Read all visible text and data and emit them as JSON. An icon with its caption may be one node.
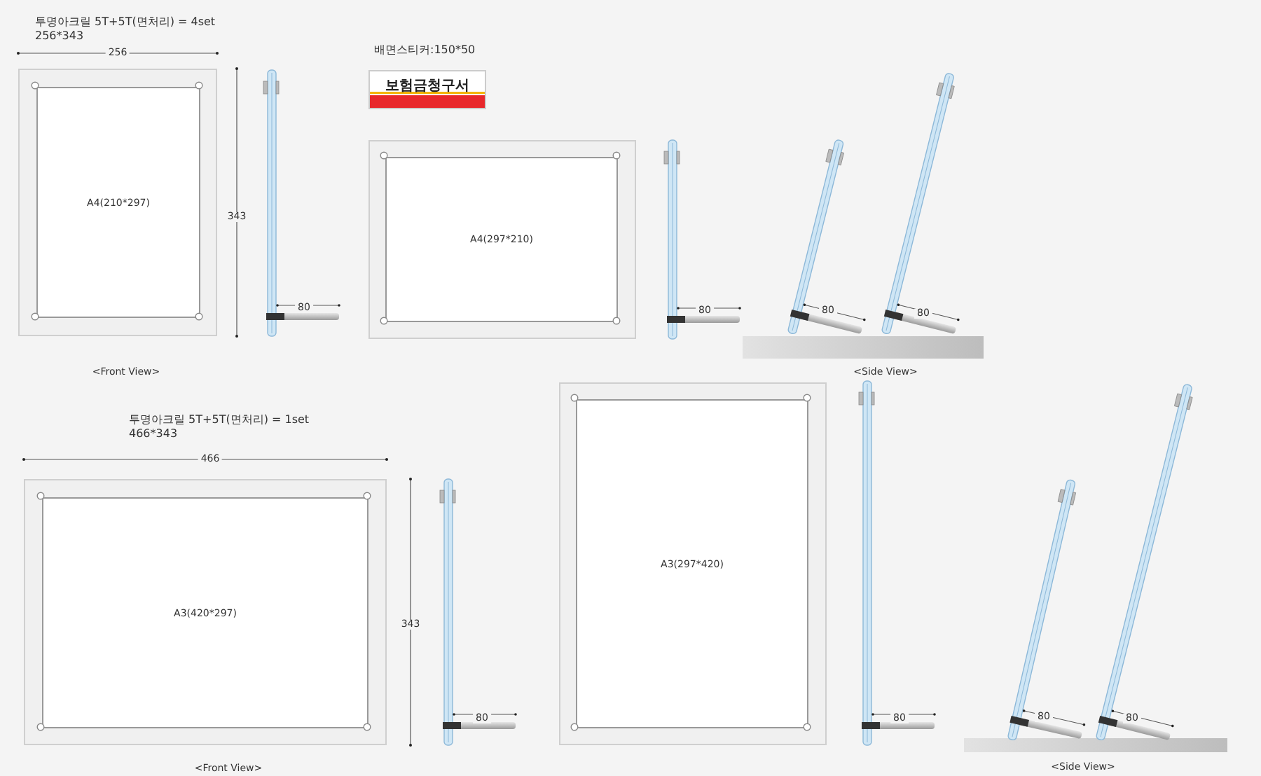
{
  "diagram": {
    "nodes": [
      {
        "text": [],
        "shape": "box"
      },
      {
        "text": [
          "A4(210*297)"
        ],
        "in": 0
      },
      {
        "text": [
          "보험금청구서"
        ]
      },
      {
        "text": [],
        "shape": "box"
      },
      {
        "text": [
          "A4(297*210)"
        ],
        "in": 3
      },
      {
        "text": [],
        "shape": "box"
      },
      {
        "text": [
          "A3(420*297)"
        ],
        "in": 5
      },
      {
        "text": [],
        "shape": "box"
      },
      {
        "text": [
          "A3(297*420)"
        ],
        "in": 7
      }
    ],
    "labels": [
      "투명아크릴 5T+5T(면처리) = 4set",
      "256*343",
      "256",
      "배면스티커:150*50",
      "343",
      "80",
      "80",
      "80",
      "80",
      "<Front View>",
      "<Side View>",
      "투명아크릴 5T+5T(면처리) = 1set",
      "466*343",
      "466",
      "343",
      "80",
      "80",
      "80",
      "80",
      "<Front View>",
      "<Side View>"
    ]
  }
}
